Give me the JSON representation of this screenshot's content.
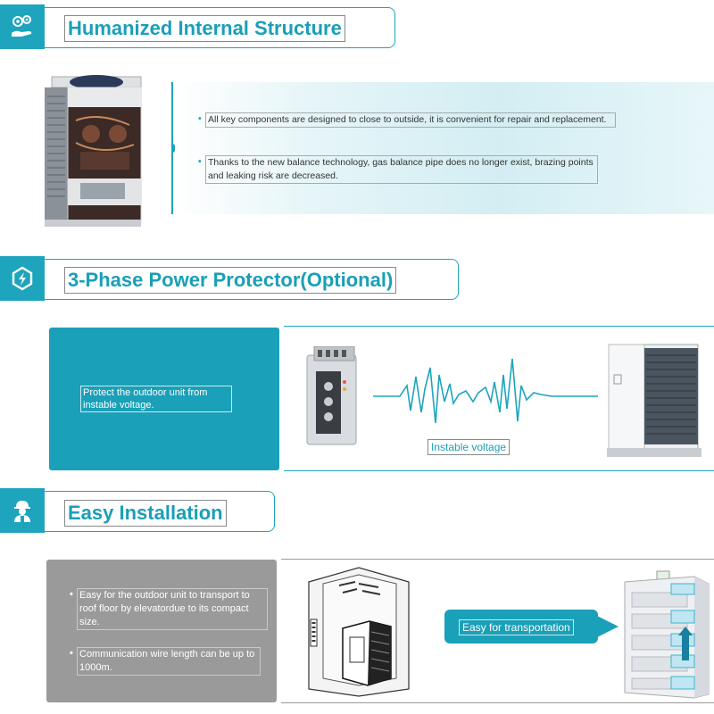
{
  "sections": [
    {
      "title": "Humanized Internal Structure",
      "icon": "gears-hand-icon",
      "bullets": [
        "All key components are designed to close to outside, it is convenient for repair and replacement.",
        "Thanks to the new balance technology, gas balance pipe does no longer exist, brazing points and leaking risk are decreased."
      ]
    },
    {
      "title": "3-Phase Power Protector(Optional)",
      "icon": "power-bolt-icon",
      "description": "Protect the outdoor unit from instable voltage.",
      "wave_label": "Instable voltage"
    },
    {
      "title": "Easy Installation",
      "icon": "worker-icon",
      "bullets": [
        "Easy for the outdoor unit to transport to roof floor by elevatordue to its compact size.",
        "Communication wire length can be up to 1000m."
      ],
      "transport_label": "Easy for transportation"
    }
  ],
  "colors": {
    "accent": "#1ea4bd",
    "teal_panel": "#1aa0b8",
    "gray_panel": "#9a9a9a",
    "light_teal": "#d7eff4"
  }
}
